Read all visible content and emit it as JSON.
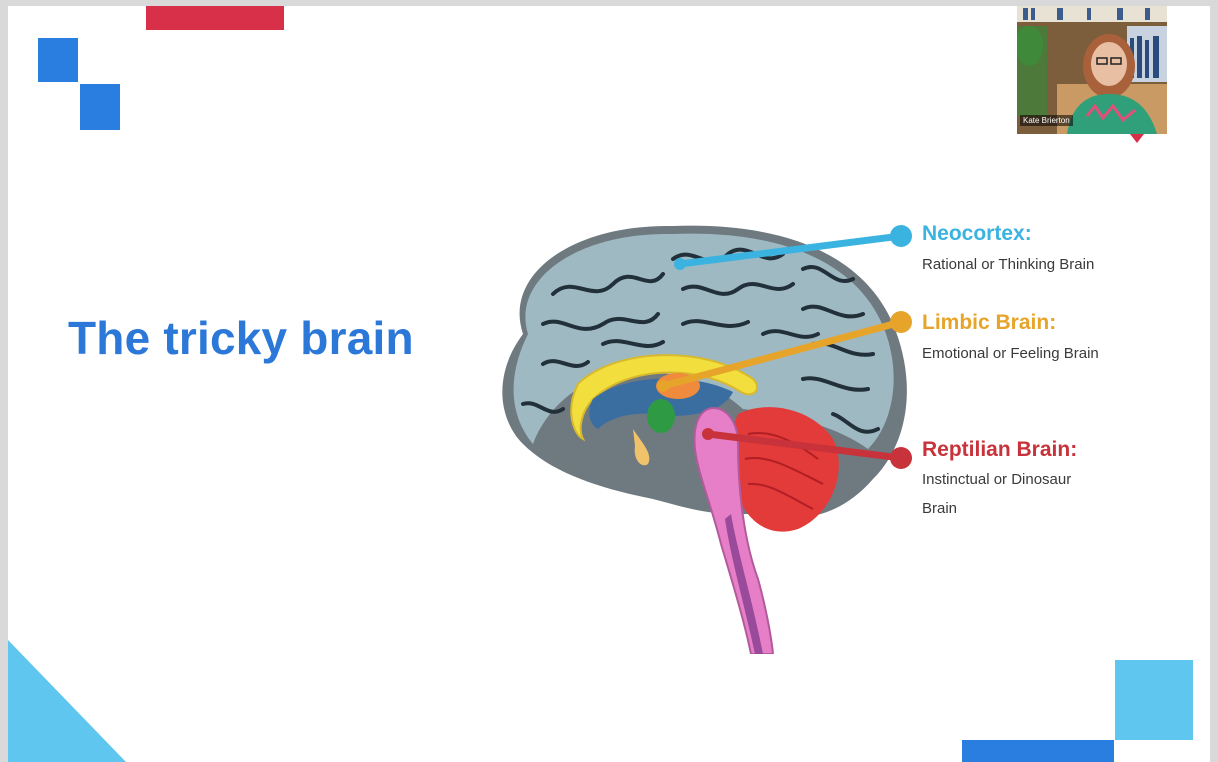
{
  "slide": {
    "title": "The tricky brain"
  },
  "brain_labels": [
    {
      "heading": "Neocortex:",
      "description": "Rational or Thinking Brain",
      "color": "#3bb3e0"
    },
    {
      "heading": "Limbic Brain:",
      "description": "Emotional or Feeling Brain",
      "color": "#e7a42a"
    },
    {
      "heading": "Reptilian Brain:",
      "description_lines": [
        "Instinctual or Dinosaur",
        "Brain"
      ],
      "color": "#c8323a"
    }
  ],
  "video": {
    "participant_name": "Kate Brierton"
  },
  "colors": {
    "title_blue": "#2b78d8",
    "accent_red": "#d9304a",
    "light_blue": "#5ec6ef",
    "square_blue": "#2a7ee0"
  }
}
